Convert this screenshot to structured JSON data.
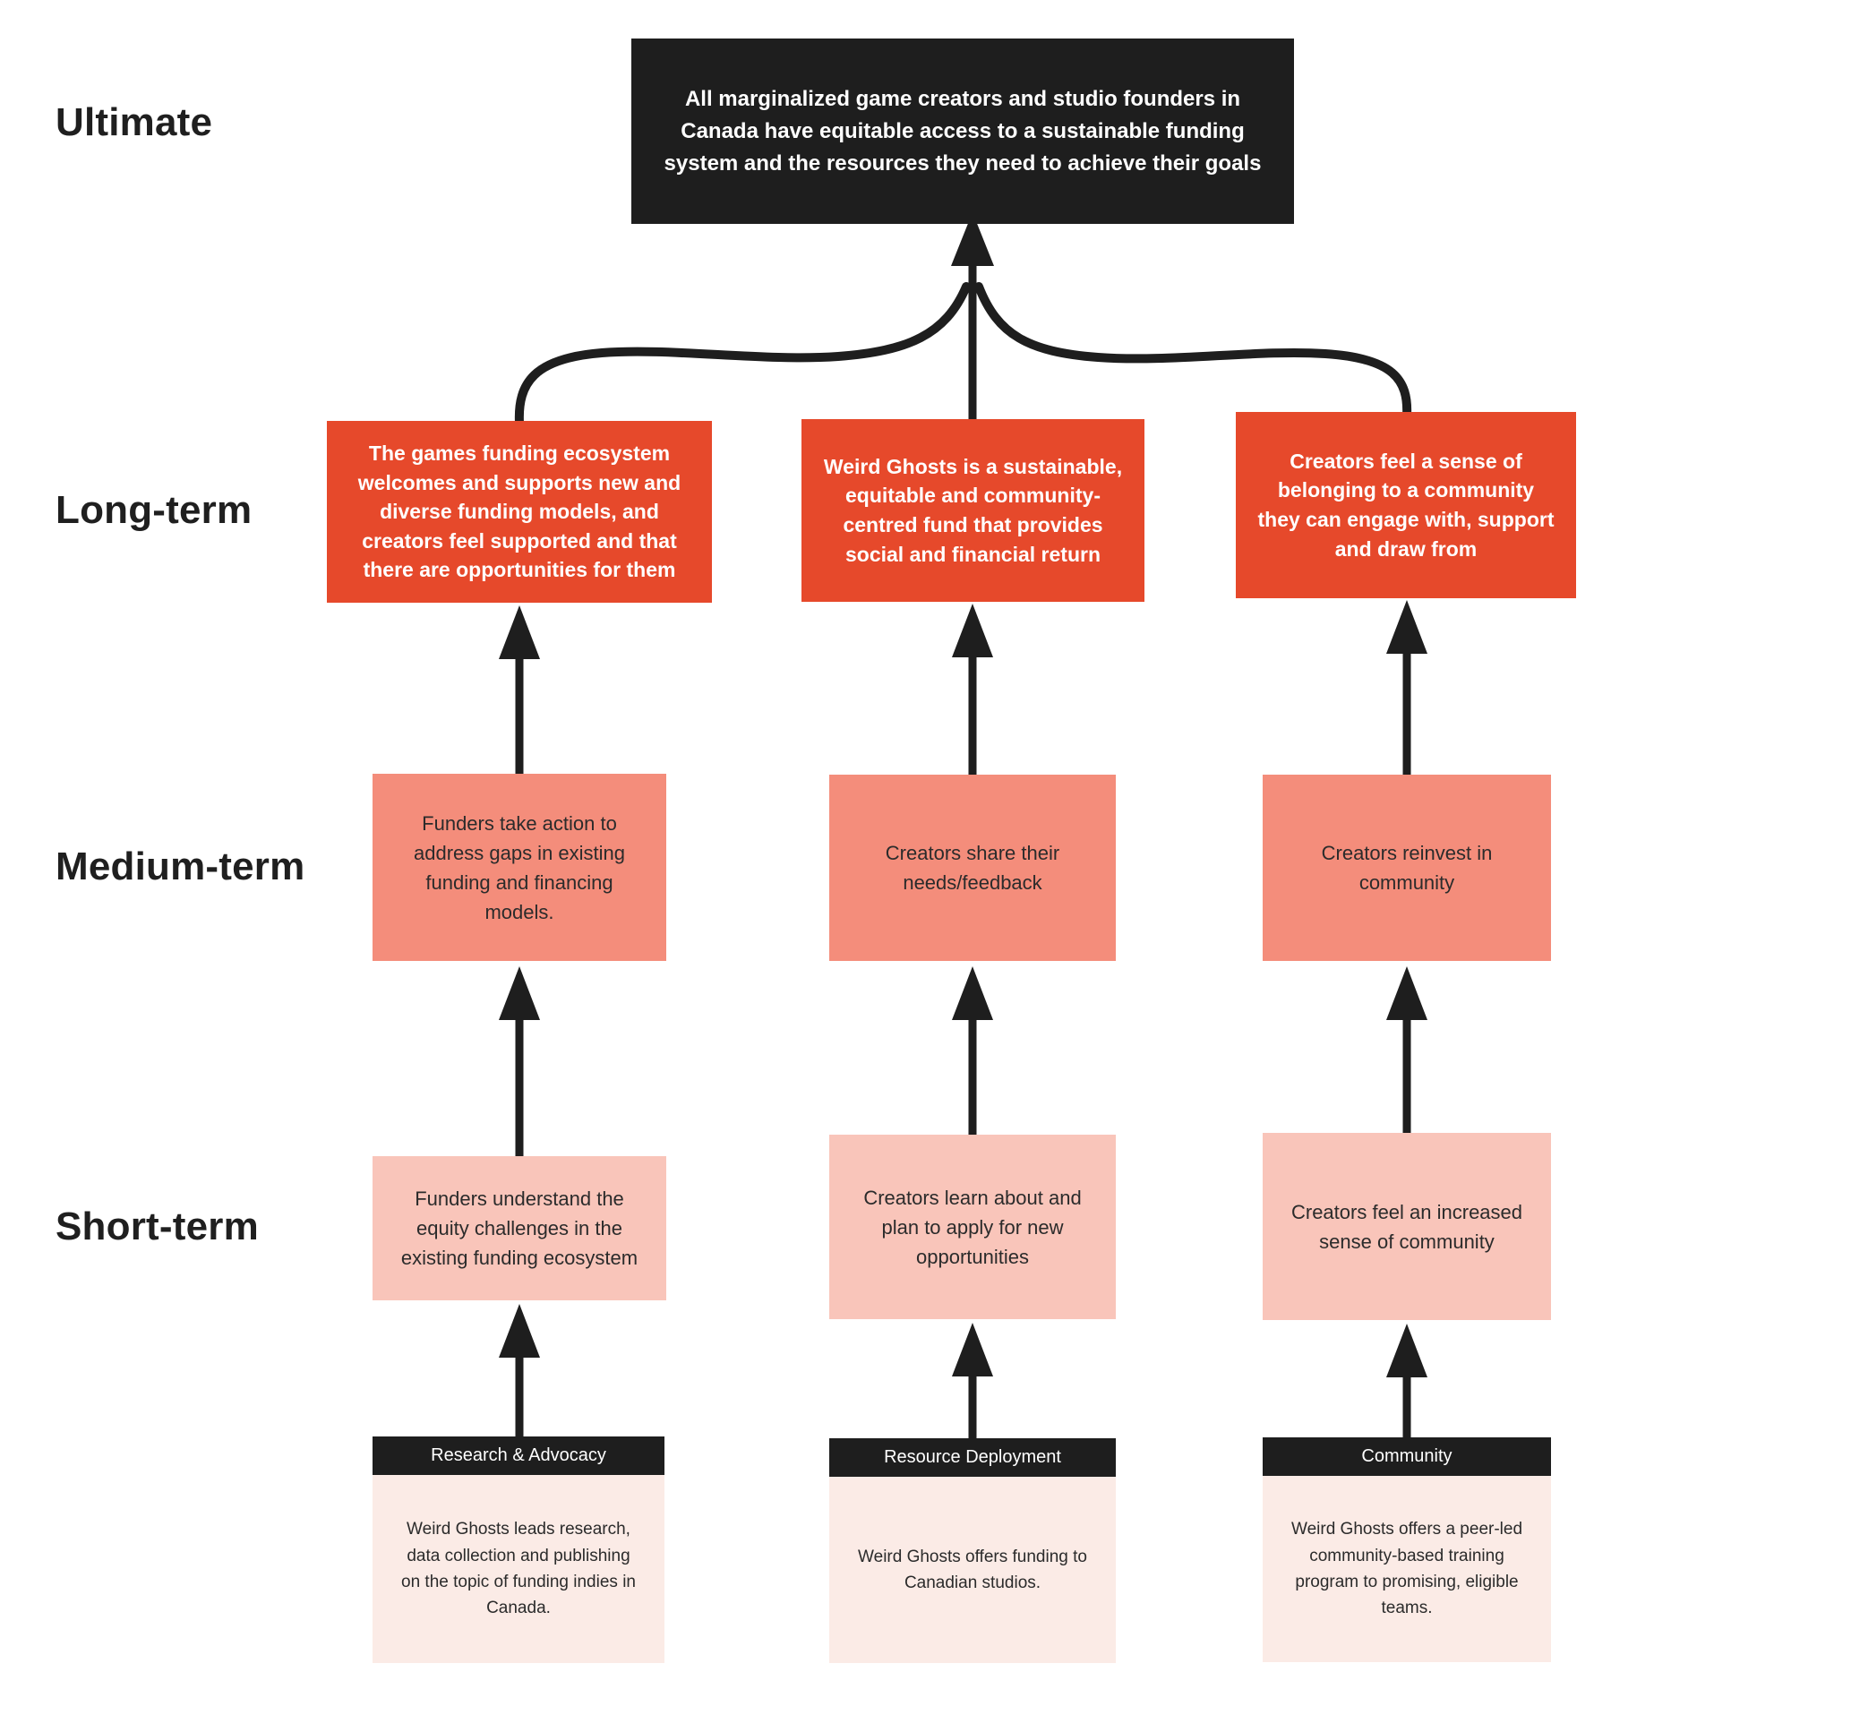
{
  "rows": {
    "ultimate": "Ultimate",
    "long": "Long-term",
    "medium": "Medium-term",
    "short": "Short-term"
  },
  "ultimate_outcome": "All marginalized game creators and studio founders in\nCanada have equitable access to a sustainable funding\nsystem and the resources they need to achieve their goals",
  "columns": [
    {
      "long_term": "The games funding ecosystem\nwelcomes and supports new and\ndiverse funding models, and\ncreators feel supported and that\nthere are opportunities for them",
      "medium_term": "Funders take action to\naddress gaps in existing\nfunding and financing\nmodels.",
      "short_term": "Funders understand the\nequity challenges in the\nexisting funding ecosystem",
      "activity": {
        "title": "Research & Advocacy",
        "description": "Weird Ghosts leads research,\ndata collection and publishing\non the topic of funding indies in\nCanada."
      }
    },
    {
      "long_term": "Weird Ghosts is a sustainable,\nequitable and community-\ncentred fund that provides\nsocial and financial return",
      "medium_term": "Creators share their\nneeds/feedback",
      "short_term": "Creators learn about and\nplan to apply for new\nopportunities",
      "activity": {
        "title": "Resource Deployment",
        "description": "Weird Ghosts offers funding to\nCanadian studios."
      }
    },
    {
      "long_term": "Creators feel a sense of\nbelonging to a community\nthey can engage with, support\nand draw from",
      "medium_term": "Creators reinvest in\ncommunity",
      "short_term": "Creators feel an increased\nsense of community",
      "activity": {
        "title": "Community",
        "description": "Weird Ghosts offers a peer-led\ncommunity-based training\nprogram to promising, eligible\nteams."
      }
    }
  ],
  "colors": {
    "black_box": "#1e1e1e",
    "long_term_box": "#e6492b",
    "medium_term_box": "#f48d7b",
    "short_term_box": "#f9c5ba",
    "activity_body": "#fbebe6",
    "arrow": "#1e1e1e",
    "text_dark": "#2b2b2b",
    "text_light": "#ffffff"
  }
}
